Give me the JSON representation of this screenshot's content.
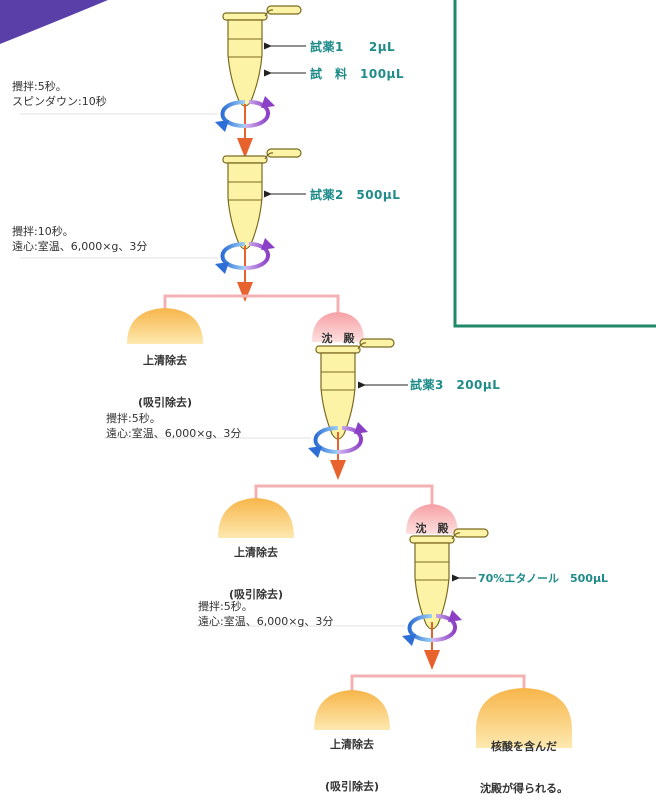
{
  "protocol": {
    "reagent1": "試薬1　　2μL",
    "sample": "試　料　100μL",
    "cond1_line1": "攪拌:5秒。",
    "cond1_line2": "スピンダウン:10秒",
    "reagent2": "試薬2　500μL",
    "cond2_line1": "攪拌:10秒。",
    "cond2_line2": "遠心:室温、6,000×g、3分",
    "supernatant_line1": "上清除去",
    "supernatant_line2": "(吸引除去)",
    "precipitate": "沈　殿",
    "reagent3": "試薬3　200μL",
    "cond3_line1": "攪拌:5秒。",
    "cond3_line2": "遠心:室温、6,000×g、3分",
    "reagent4": "70%エタノール　500μL",
    "cond4_line1": "攪拌:5秒。",
    "cond4_line2": "遠心:室温、6,000×g、3分",
    "final_line1": "核酸を含んだ",
    "final_line2": "沈殿が得られる。"
  },
  "colors": {
    "tube_fill": "#fdf3a6",
    "tube_stroke": "#7a6a20",
    "arrow": "#e8622d",
    "branch_line": "#f3b1b3",
    "reagent_text": "#1f8c8a",
    "frame": "#1f8a6a",
    "banner": "#5a3fa8"
  }
}
